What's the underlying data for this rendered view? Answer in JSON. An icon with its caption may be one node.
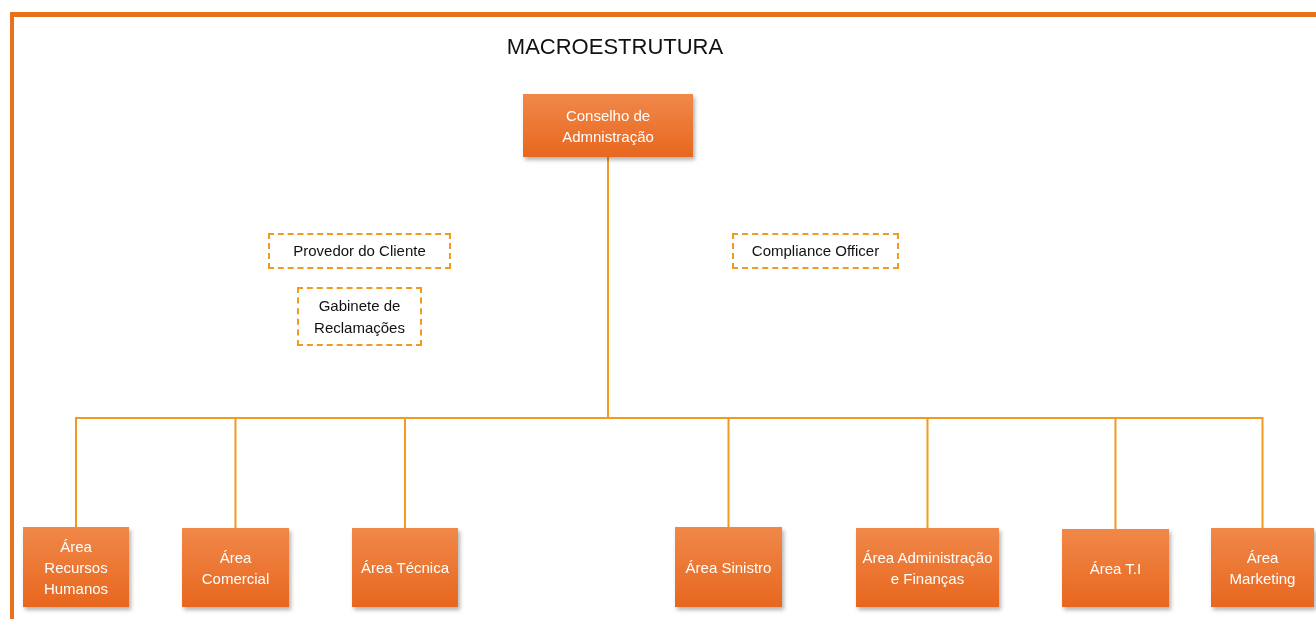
{
  "diagram": {
    "title": "MACROESTRUTURA",
    "nodes": [
      {
        "text": [
          "Conselho de Admnistração"
        ]
      },
      {
        "text": [
          "Provedor do Cliente"
        ]
      },
      {
        "text": [
          "Gabinete de Reclamações"
        ]
      },
      {
        "text": [
          "Compliance Officer"
        ]
      },
      {
        "text": [
          "Área Recursos Humanos"
        ]
      },
      {
        "text": [
          "Área Comercial"
        ]
      },
      {
        "text": [
          "Área Técnica"
        ]
      },
      {
        "text": [
          "Área Sinistro"
        ]
      },
      {
        "text": [
          "Área Administração e Finanças"
        ]
      },
      {
        "text": [
          "Área T.I"
        ]
      },
      {
        "text": [
          "Área Marketing"
        ]
      }
    ],
    "edges": [
      {
        "from": 0,
        "to": 4,
        "arrow": "none"
      },
      {
        "from": 0,
        "to": 5,
        "arrow": "none"
      },
      {
        "from": 0,
        "to": 6,
        "arrow": "none"
      },
      {
        "from": 0,
        "to": 7,
        "arrow": "none"
      },
      {
        "from": 0,
        "to": 8,
        "arrow": "none"
      },
      {
        "from": 0,
        "to": 9,
        "arrow": "none"
      },
      {
        "from": 0,
        "to": 10,
        "arrow": "none"
      }
    ]
  }
}
